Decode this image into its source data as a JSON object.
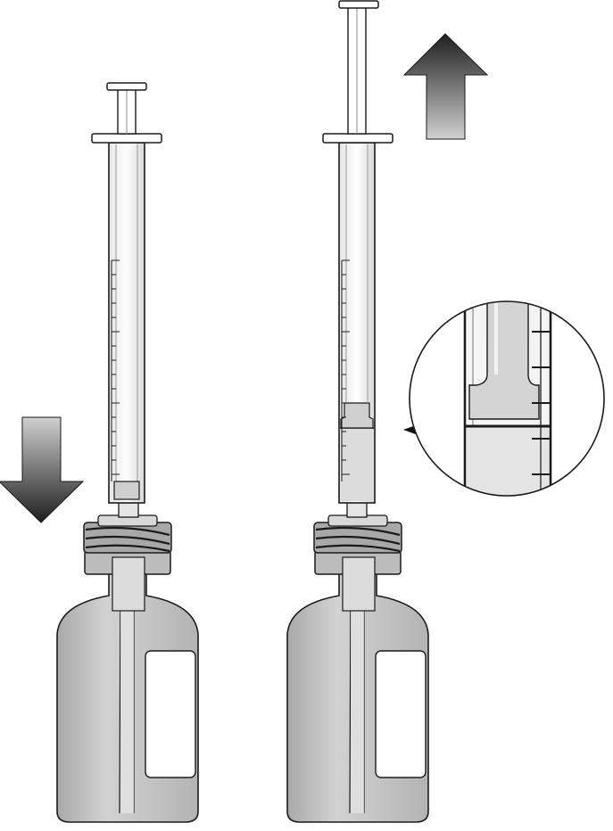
{
  "figure": {
    "icons": [
      "arrow-down-icon",
      "arrow-up-icon",
      "pointer-triangle-icon",
      "magnifier-circle-icon"
    ]
  },
  "left_step": {
    "action": "push",
    "arrow": "down"
  },
  "right_step": {
    "action": "pull",
    "arrow": "up"
  },
  "zoom_inset": {
    "shows": "fill-level"
  },
  "colors": {
    "outline": "#1a1a1a",
    "bottle_fill": "#c9c9c9",
    "bottle_shade": "#a9a9a9",
    "label_fill": "#ffffff",
    "arrow_dark": "#222222",
    "arrow_light": "#bdbdbd",
    "liquid": "#dcdcdc"
  }
}
